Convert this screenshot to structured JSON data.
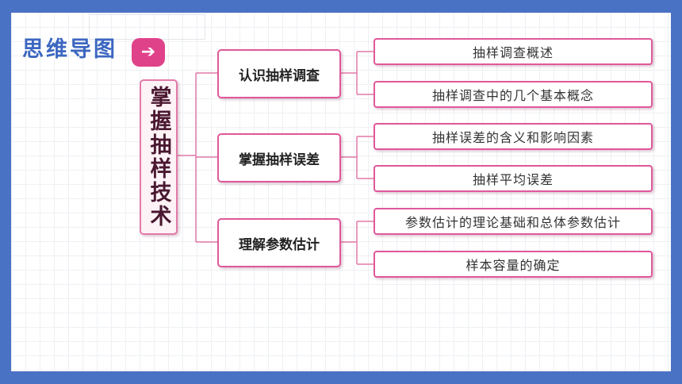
{
  "header": {
    "title": "思维导图",
    "arrow_glyph": "➔"
  },
  "mindmap": {
    "root": "掌握抽样技术",
    "branches": [
      {
        "label": "认识抽样调查",
        "children": [
          "抽样调查概述",
          "抽样调查中的几个基本概念"
        ]
      },
      {
        "label": "掌握抽样误差",
        "children": [
          "抽样误差的含义和影响因素",
          "抽样平均误差"
        ]
      },
      {
        "label": "理解参数估计",
        "children": [
          "参数估计的理论基础和总体参数估计",
          "样本容量的确定"
        ]
      }
    ]
  },
  "colors": {
    "frame": "#4a72c4",
    "title": "#3c67c0",
    "accent": "#e0428a",
    "node_border": "#e0589a",
    "connector": "#e27aa8"
  }
}
